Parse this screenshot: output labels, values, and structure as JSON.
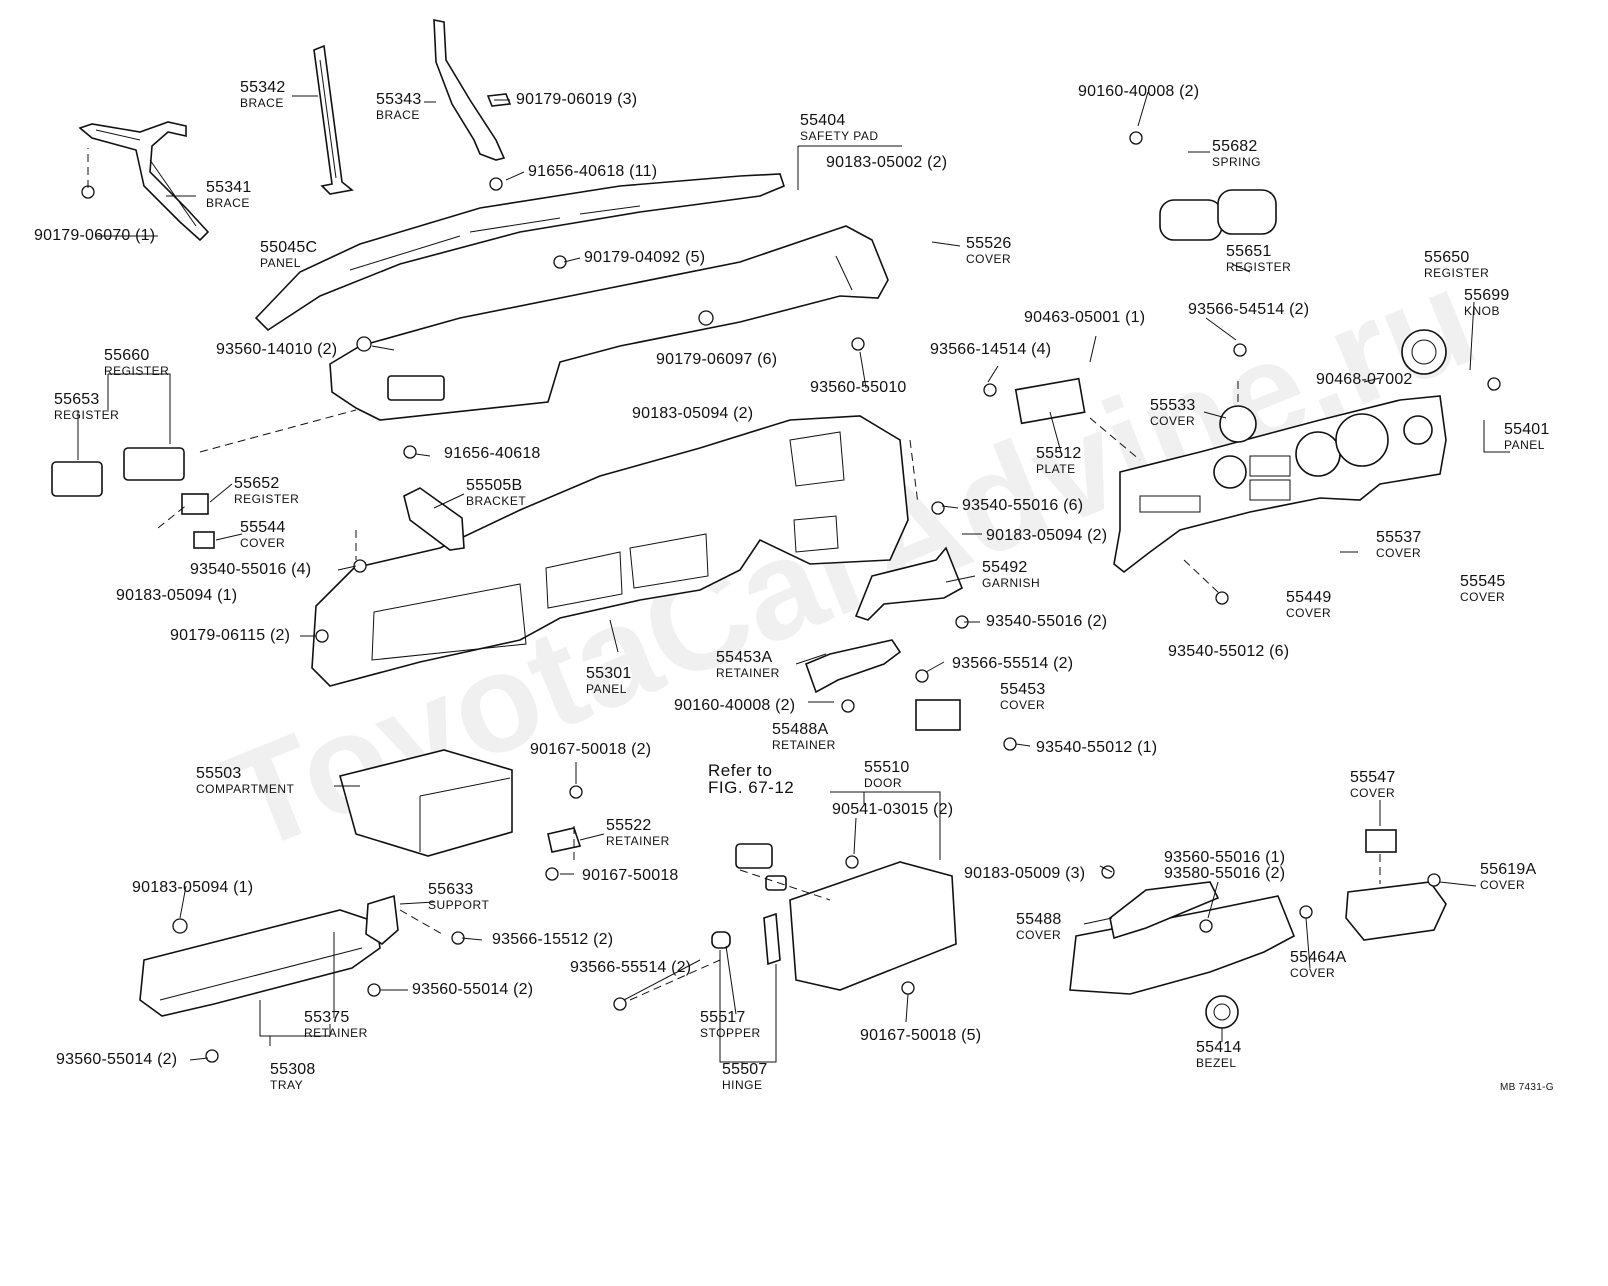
{
  "watermark": "ToyotaCarAdvine.ru",
  "figure_code": "MB 7431-G",
  "reference": {
    "line1": "Refer to",
    "line2": "FIG. 67-12"
  },
  "parts": [
    {
      "id": "p55342",
      "number": "55342",
      "desc": "BRACE"
    },
    {
      "id": "p55343",
      "number": "55343",
      "desc": "BRACE"
    },
    {
      "id": "p90179_06019",
      "number": "90179-06019 (3)",
      "desc": ""
    },
    {
      "id": "p55341",
      "number": "55341",
      "desc": "BRACE"
    },
    {
      "id": "p90179_06070",
      "number": "90179-06070 (1)",
      "desc": ""
    },
    {
      "id": "p91656_40618_11",
      "number": "91656-40618 (11)",
      "desc": ""
    },
    {
      "id": "p55404",
      "number": "55404",
      "desc": "SAFETY PAD"
    },
    {
      "id": "p90183_05002",
      "number": "90183-05002 (2)",
      "desc": ""
    },
    {
      "id": "p55045C",
      "number": "55045C",
      "desc": "PANEL"
    },
    {
      "id": "p90179_04092",
      "number": "90179-04092 (5)",
      "desc": ""
    },
    {
      "id": "p55526",
      "number": "55526",
      "desc": "COVER"
    },
    {
      "id": "p90160_40008_top",
      "number": "90160-40008 (2)",
      "desc": ""
    },
    {
      "id": "p55682",
      "number": "55682",
      "desc": "SPRING"
    },
    {
      "id": "p55651",
      "number": "55651",
      "desc": "REGISTER"
    },
    {
      "id": "p55650",
      "number": "55650",
      "desc": "REGISTER"
    },
    {
      "id": "p55699",
      "number": "55699",
      "desc": "KNOB"
    },
    {
      "id": "p93566_54514",
      "number": "93566-54514 (2)",
      "desc": ""
    },
    {
      "id": "p90463_05001",
      "number": "90463-05001 (1)",
      "desc": ""
    },
    {
      "id": "p93560_14010",
      "number": "93560-14010 (2)",
      "desc": ""
    },
    {
      "id": "p90179_06097",
      "number": "90179-06097 (6)",
      "desc": ""
    },
    {
      "id": "p93566_14514",
      "number": "93566-14514 (4)",
      "desc": ""
    },
    {
      "id": "p93560_55010",
      "number": "93560-55010",
      "desc": ""
    },
    {
      "id": "p90468_07002",
      "number": "90468-07002",
      "desc": ""
    },
    {
      "id": "p55660",
      "number": "55660",
      "desc": "REGISTER"
    },
    {
      "id": "p55653",
      "number": "55653",
      "desc": "REGISTER"
    },
    {
      "id": "p90183_05094_mid",
      "number": "90183-05094 (2)",
      "desc": ""
    },
    {
      "id": "p55533",
      "number": "55533",
      "desc": "COVER"
    },
    {
      "id": "p55401",
      "number": "55401",
      "desc": "PANEL"
    },
    {
      "id": "p91656_40618",
      "number": "91656-40618",
      "desc": ""
    },
    {
      "id": "p55512",
      "number": "55512",
      "desc": "PLATE"
    },
    {
      "id": "p55652",
      "number": "55652",
      "desc": "REGISTER"
    },
    {
      "id": "p55505B",
      "number": "55505B",
      "desc": "BRACKET"
    },
    {
      "id": "p93540_55016_6",
      "number": "93540-55016 (6)",
      "desc": ""
    },
    {
      "id": "p55544",
      "number": "55544",
      "desc": "COVER"
    },
    {
      "id": "p90183_05094_r",
      "number": "90183-05094 (2)",
      "desc": ""
    },
    {
      "id": "p93540_55016_4",
      "number": "93540-55016 (4)",
      "desc": ""
    },
    {
      "id": "p55537",
      "number": "55537",
      "desc": "COVER"
    },
    {
      "id": "p90183_05094_1",
      "number": "90183-05094 (1)",
      "desc": ""
    },
    {
      "id": "p55492",
      "number": "55492",
      "desc": "GARNISH"
    },
    {
      "id": "p55545",
      "number": "55545",
      "desc": "COVER"
    },
    {
      "id": "p55449",
      "number": "55449",
      "desc": "COVER"
    },
    {
      "id": "p90179_06115",
      "number": "90179-06115 (2)",
      "desc": ""
    },
    {
      "id": "p93540_55016_2",
      "number": "93540-55016 (2)",
      "desc": ""
    },
    {
      "id": "p93540_55012_6",
      "number": "93540-55012 (6)",
      "desc": ""
    },
    {
      "id": "p55453A",
      "number": "55453A",
      "desc": "RETAINER"
    },
    {
      "id": "p93566_55514_mid",
      "number": "93566-55514 (2)",
      "desc": ""
    },
    {
      "id": "p55301",
      "number": "55301",
      "desc": "PANEL"
    },
    {
      "id": "p55453",
      "number": "55453",
      "desc": "COVER"
    },
    {
      "id": "p90160_40008_mid",
      "number": "90160-40008 (2)",
      "desc": ""
    },
    {
      "id": "p55488A",
      "number": "55488A",
      "desc": "RETAINER"
    },
    {
      "id": "p93540_55012_1",
      "number": "93540-55012 (1)",
      "desc": ""
    },
    {
      "id": "p55503",
      "number": "55503",
      "desc": "COMPARTMENT"
    },
    {
      "id": "p90167_50018_2",
      "number": "90167-50018 (2)",
      "desc": ""
    },
    {
      "id": "p55510",
      "number": "55510",
      "desc": "DOOR"
    },
    {
      "id": "p90541_03015",
      "number": "90541-03015 (2)",
      "desc": ""
    },
    {
      "id": "p55547",
      "number": "55547",
      "desc": "COVER"
    },
    {
      "id": "p55522",
      "number": "55522",
      "desc": "RETAINER"
    },
    {
      "id": "p90167_50018",
      "number": "90167-50018",
      "desc": ""
    },
    {
      "id": "p90183_05009",
      "number": "90183-05009 (3)",
      "desc": ""
    },
    {
      "id": "p93560_55016",
      "number": "93560-55016 (1)",
      "desc": ""
    },
    {
      "id": "p93580_55016",
      "number": "93580-55016 (2)",
      "desc": ""
    },
    {
      "id": "p55619A",
      "number": "55619A",
      "desc": "COVER"
    },
    {
      "id": "p90183_05094_low",
      "number": "90183-05094 (1)",
      "desc": ""
    },
    {
      "id": "p55633",
      "number": "55633",
      "desc": "SUPPORT"
    },
    {
      "id": "p55488",
      "number": "55488",
      "desc": "COVER"
    },
    {
      "id": "p93566_15512",
      "number": "93566-15512 (2)",
      "desc": ""
    },
    {
      "id": "p93566_55514_low",
      "number": "93566-55514 (2)",
      "desc": ""
    },
    {
      "id": "p55464A",
      "number": "55464A",
      "desc": "COVER"
    },
    {
      "id": "p93560_55014_r",
      "number": "93560-55014 (2)",
      "desc": ""
    },
    {
      "id": "p55375",
      "number": "55375",
      "desc": "RETAINER"
    },
    {
      "id": "p55517",
      "number": "55517",
      "desc": "STOPPER"
    },
    {
      "id": "p90167_50018_5",
      "number": "90167-50018 (5)",
      "desc": ""
    },
    {
      "id": "p55414",
      "number": "55414",
      "desc": "BEZEL"
    },
    {
      "id": "p93560_55014_l",
      "number": "93560-55014 (2)",
      "desc": ""
    },
    {
      "id": "p55308",
      "number": "55308",
      "desc": "TRAY"
    },
    {
      "id": "p55507",
      "number": "55507",
      "desc": "HINGE"
    }
  ]
}
